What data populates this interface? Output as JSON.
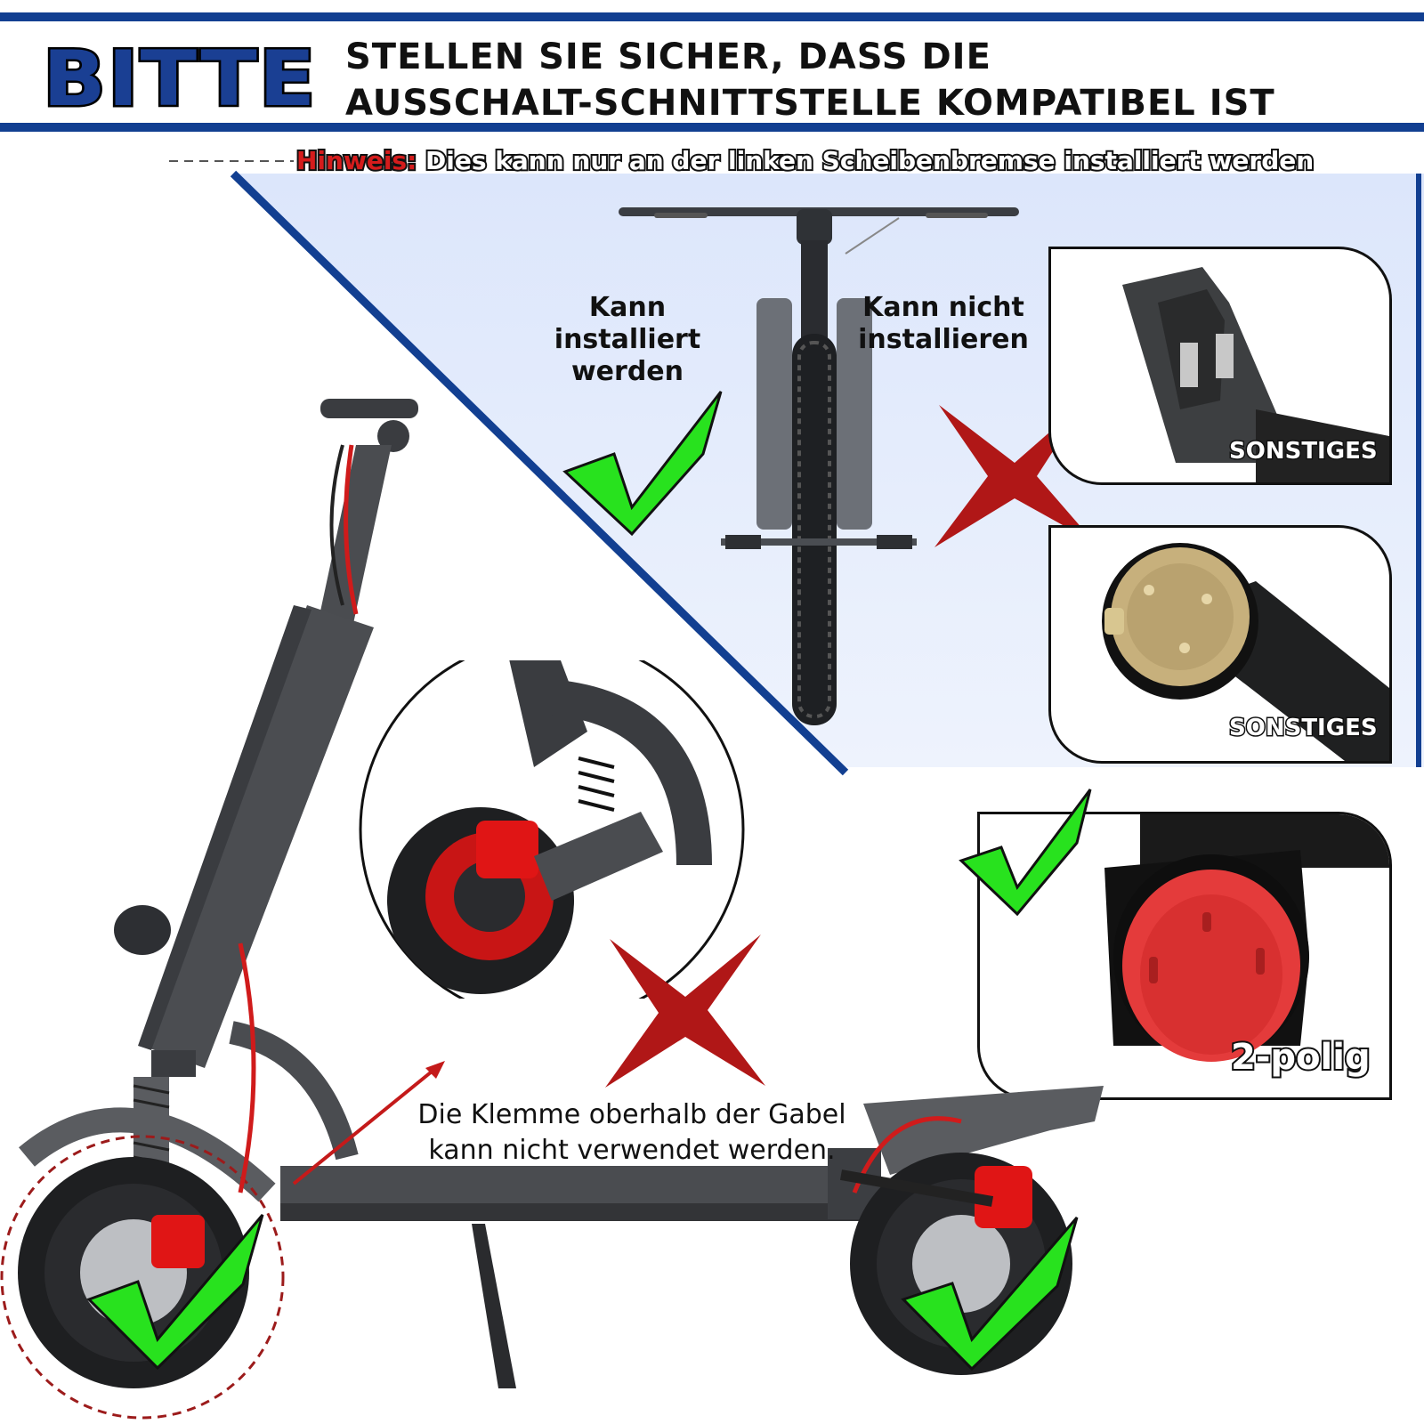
{
  "header": {
    "bitte": "BITTE",
    "headline_line1": "STELLEN SIE SICHER, DASS DIE",
    "headline_line2": "AUSSCHALT-SCHNITTSTELLE KOMPATIBEL IST"
  },
  "note": {
    "label": "Hinweis:",
    "text": "Dies kann nur an der linken Scheibenbremse installiert werden"
  },
  "bike_section": {
    "can_install_line1": "Kann installiert",
    "can_install_line2": "werden",
    "cannot_install_line1": "Kann nicht",
    "cannot_install_line2": "installieren"
  },
  "connectors": [
    {
      "label": "SONSTIGES",
      "status": "incompatible"
    },
    {
      "label": "SONSTIGES",
      "status": "incompatible"
    },
    {
      "label": "2-polig",
      "status": "compatible"
    }
  ],
  "clamp_note": {
    "line1": "Die Klemme oberhalb der Gabel",
    "line2": "kann nicht verwendet werden."
  },
  "colors": {
    "brand_blue": "#123f91",
    "check_green": "#28e21e",
    "cross_red": "#b01717",
    "panel_bg": "#e8eefc",
    "brake_red": "#e01515"
  }
}
